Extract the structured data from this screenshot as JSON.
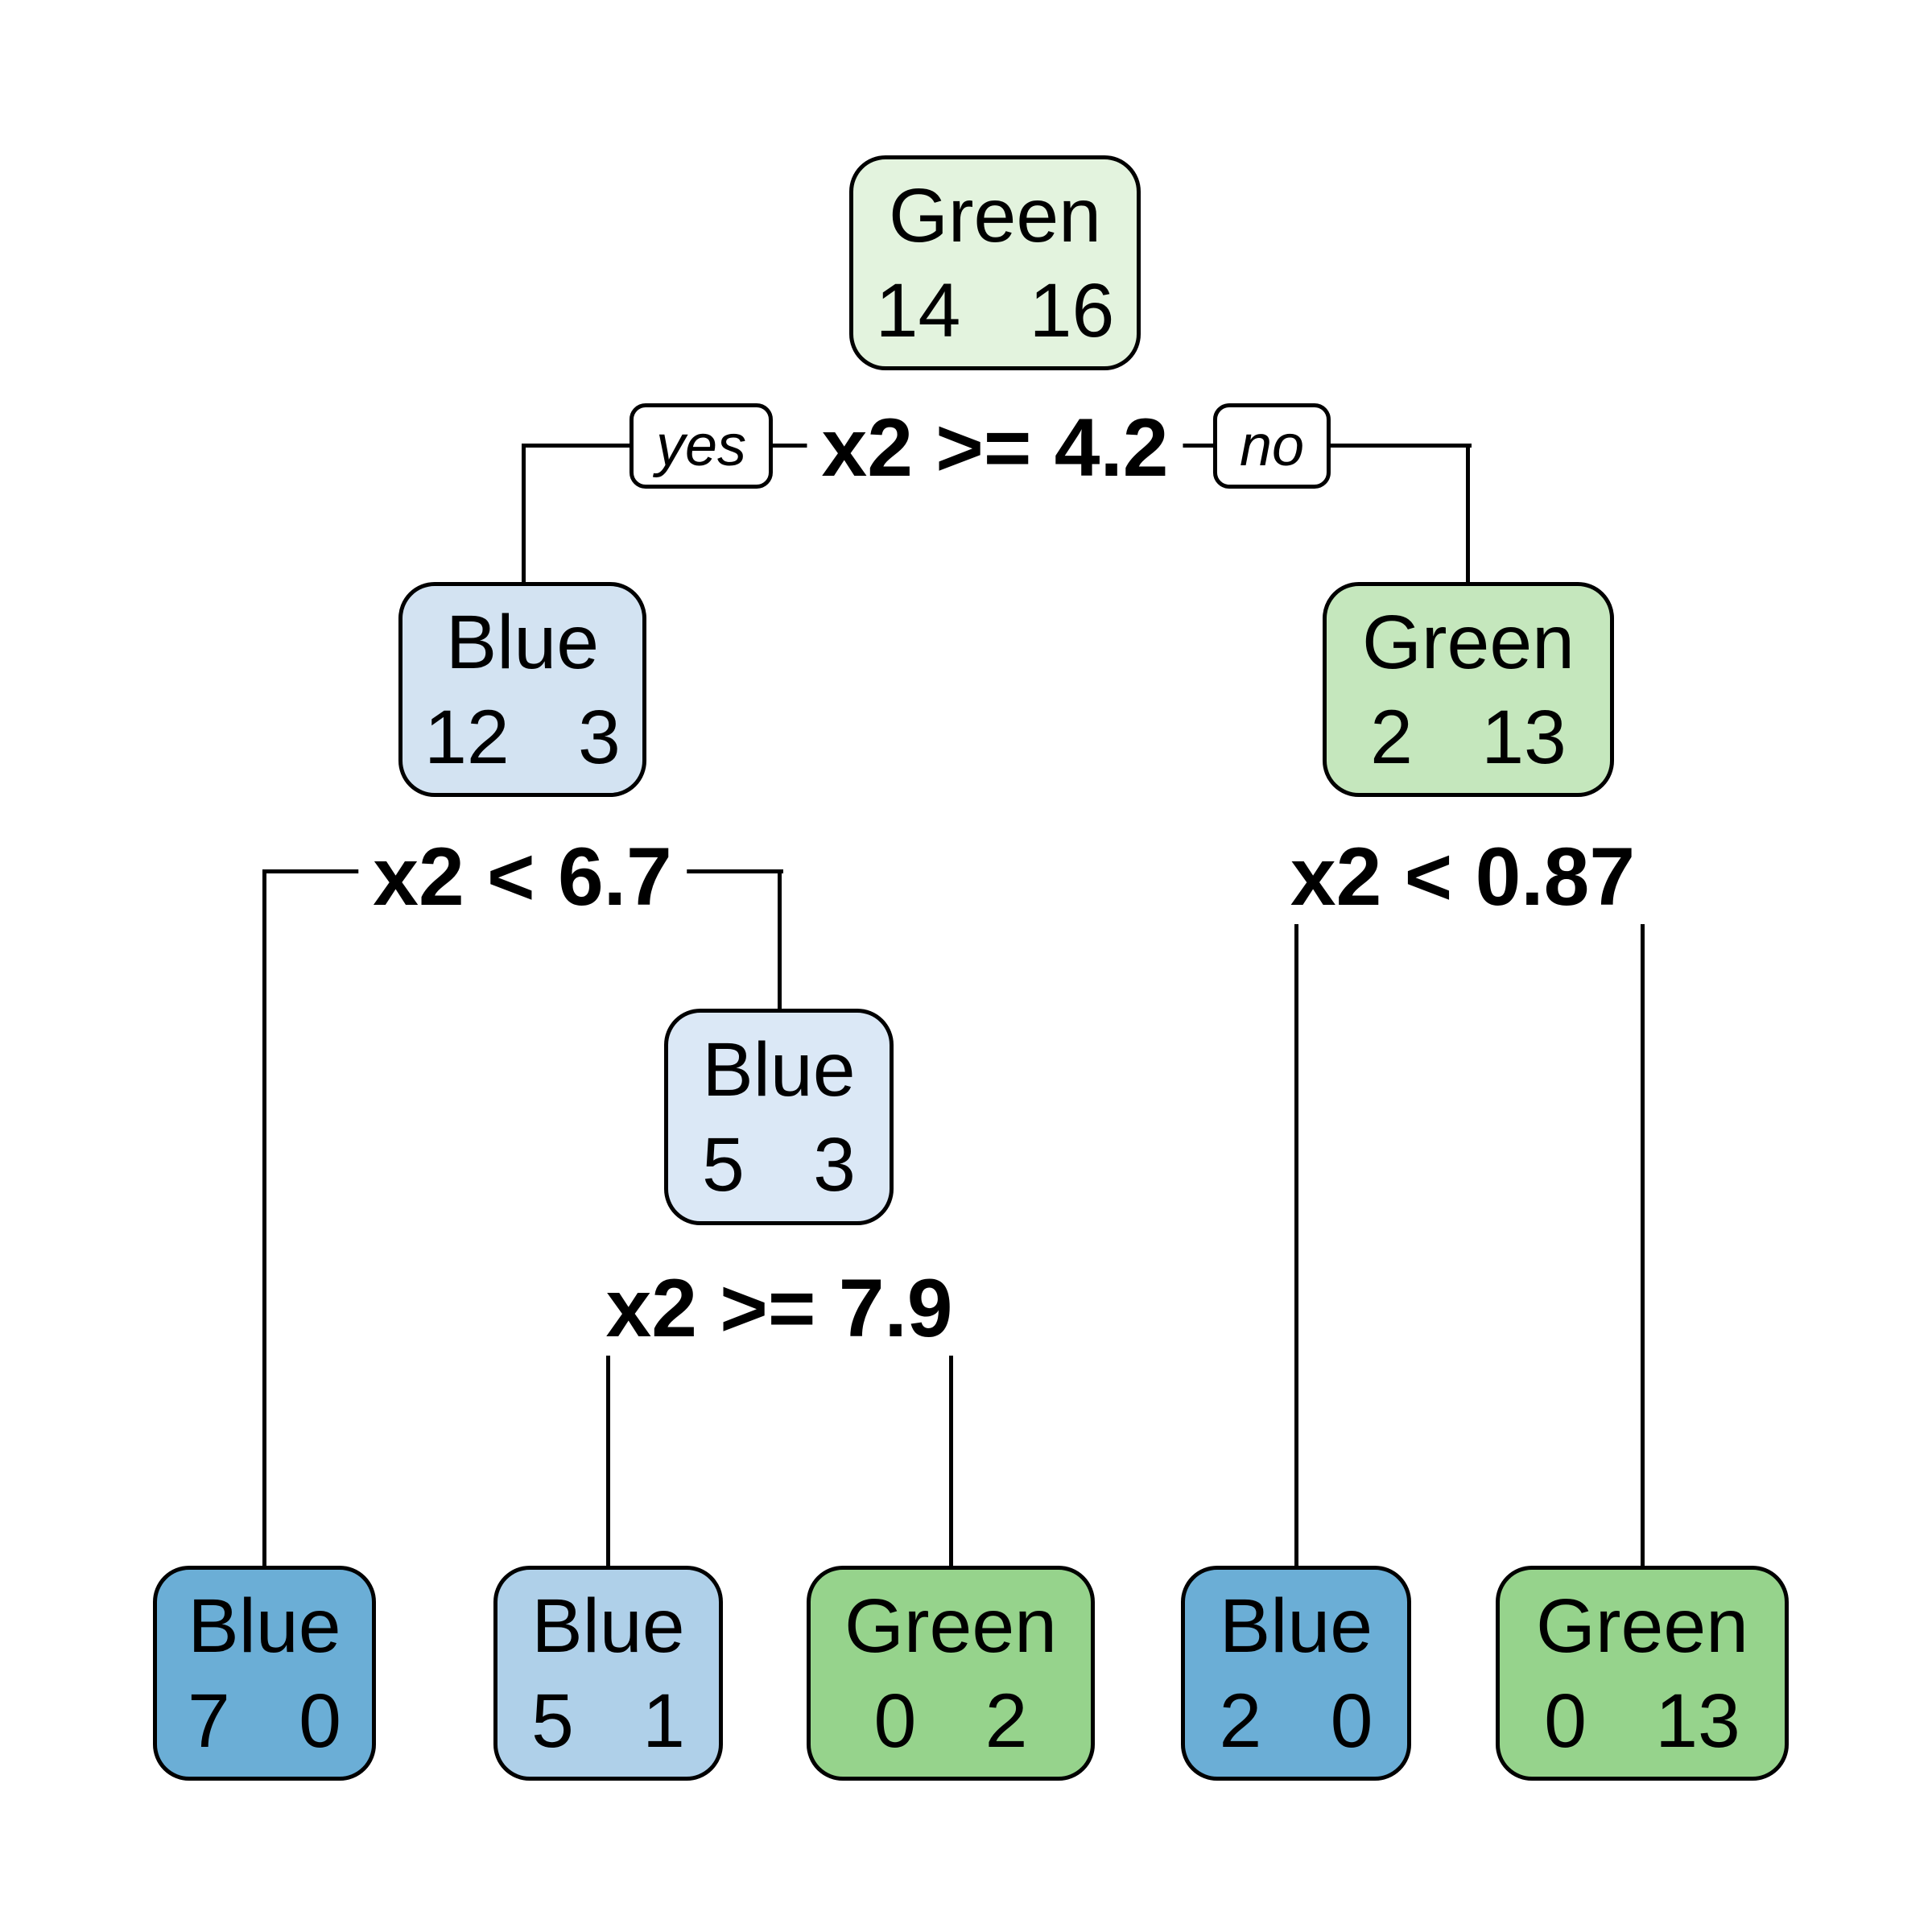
{
  "diagram_type": "decision-tree",
  "splits": {
    "root": "x2 >= 4.2",
    "left": "x2 < 6.7",
    "right": "x2 < 0.87",
    "mid": "x2 >= 7.9"
  },
  "edge_labels": {
    "yes": "yes",
    "no": "no"
  },
  "nodes": {
    "root": {
      "label": "Green",
      "counts": "14 16",
      "fill": "#E3F3DE"
    },
    "left": {
      "label": "Blue",
      "counts": "12 3",
      "fill": "#D3E3F2"
    },
    "right": {
      "label": "Green",
      "counts": "2 13",
      "fill": "#C5E7BD"
    },
    "mid": {
      "label": "Blue",
      "counts": "5 3",
      "fill": "#DBE8F6"
    },
    "leaf1": {
      "label": "Blue",
      "counts": "7 0",
      "fill": "#6BAED6"
    },
    "leaf2": {
      "label": "Blue",
      "counts": "5 1",
      "fill": "#AFD0E9"
    },
    "leaf3": {
      "label": "Green",
      "counts": "0 2",
      "fill": "#96D38C"
    },
    "leaf4": {
      "label": "Blue",
      "counts": "2 0",
      "fill": "#6BAED6"
    },
    "leaf5": {
      "label": "Green",
      "counts": "0 13",
      "fill": "#96D38C"
    }
  },
  "colors": {
    "line": "#000000",
    "background": "#FFFFFF",
    "node_border": "#000000",
    "blue_dark": "#6BAED6",
    "blue_medium": "#AFD0E9",
    "blue_light": "#D3E3F2",
    "green_dark": "#96D38C",
    "green_medium": "#C5E7BD",
    "green_light": "#E3F3DE"
  }
}
